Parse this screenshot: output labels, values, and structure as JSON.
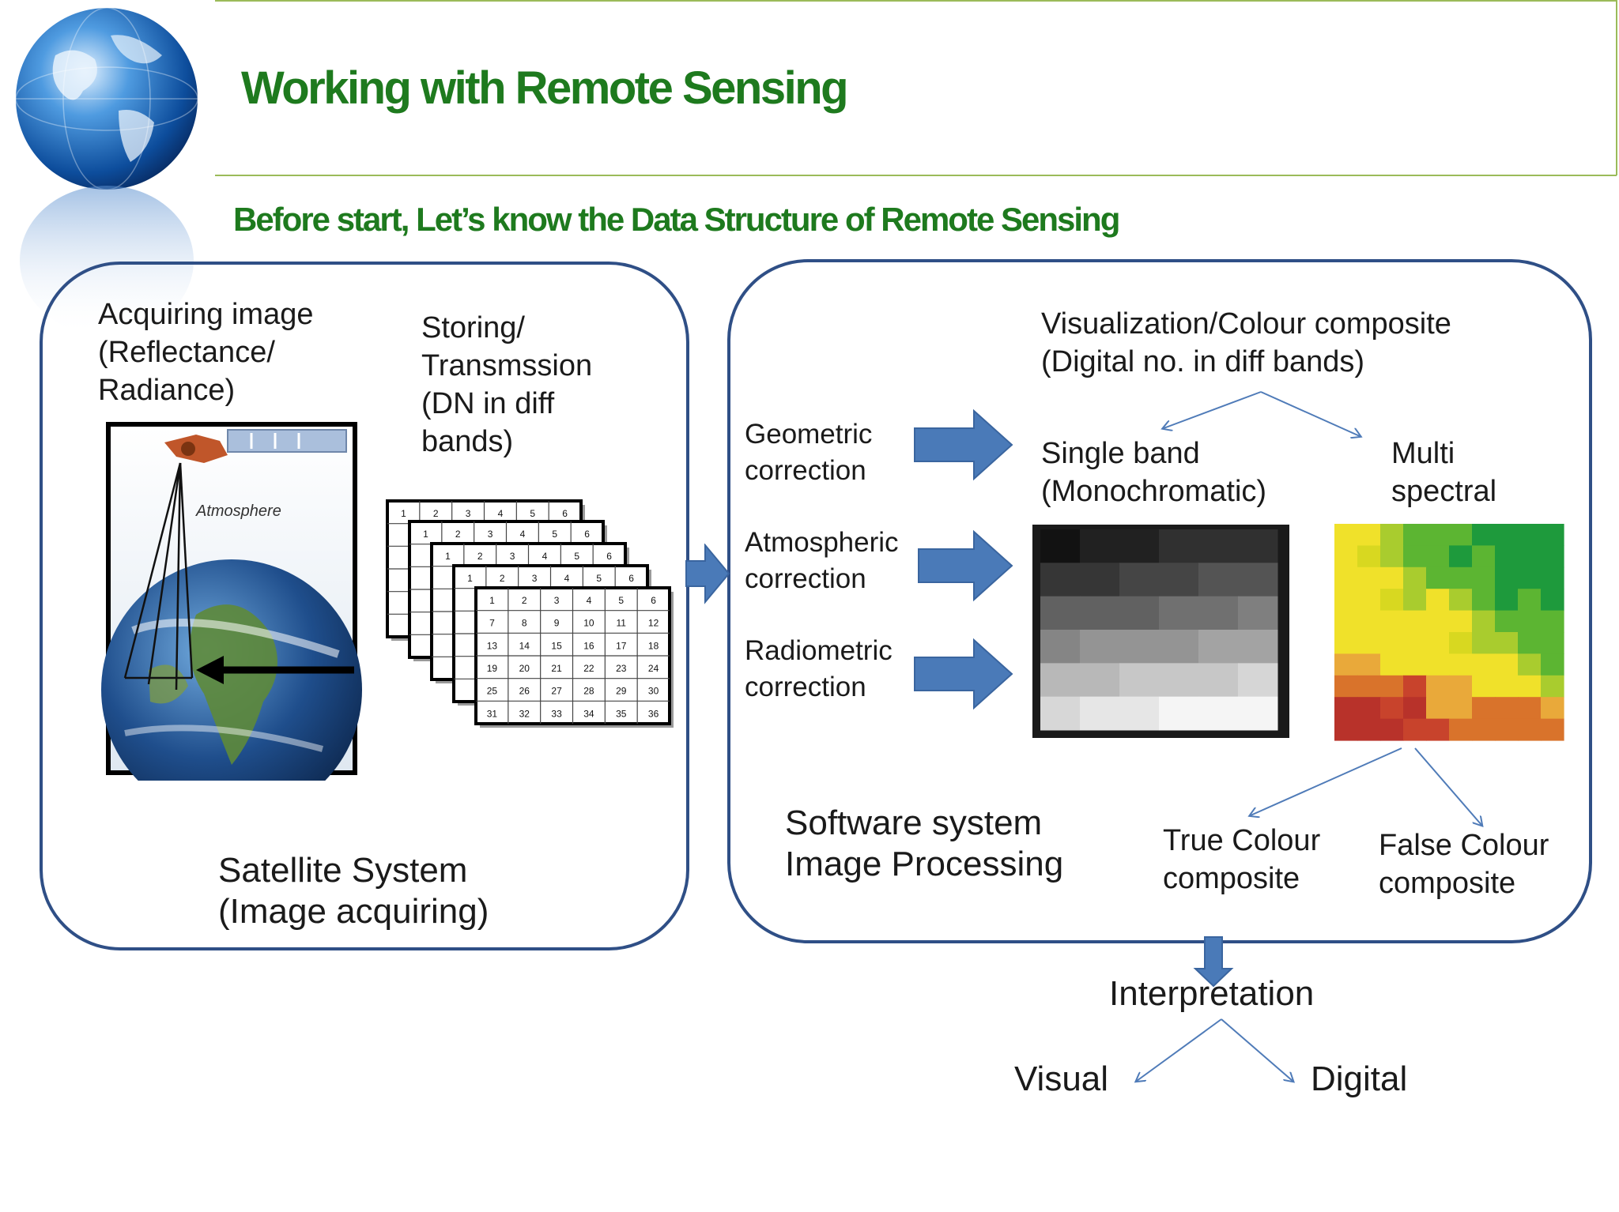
{
  "title": "Working with Remote Sensing",
  "subtitle": "Before start, Let’s know the Data Structure of Remote  Sensing",
  "satellite_panel": {
    "acquiring": [
      "Acquiring image",
      "(Reflectance/",
      "Radiance)"
    ],
    "storing": [
      "Storing/",
      "Transmssion",
      "(DN in diff",
      "bands)"
    ],
    "atmosphere_label": "Atmosphere",
    "system": [
      "Satellite System",
      "(Image acquiring)"
    ],
    "grid_numbers": [
      "1",
      "2",
      "3",
      "4",
      "5",
      "6",
      "7",
      "8",
      "9",
      "10",
      "11",
      "12",
      "13",
      "14",
      "15",
      "16",
      "17",
      "18",
      "19",
      "20",
      "21",
      "22",
      "23",
      "24",
      "25",
      "26",
      "27",
      "28",
      "29",
      "30",
      "31",
      "32",
      "33",
      "34",
      "35",
      "36"
    ]
  },
  "software_panel": {
    "visualization": [
      "Visualization/Colour composite",
      "(Digital no. in diff bands)"
    ],
    "corrections": [
      [
        "Geometric",
        "correction"
      ],
      [
        "Atmospheric",
        "correction"
      ],
      [
        "Radiometric",
        "correction"
      ]
    ],
    "single_band": [
      "Single band",
      "(Monochromatic)"
    ],
    "multi_spectral": [
      "Multi",
      "spectral"
    ],
    "system": [
      "Software system",
      "Image Processing"
    ],
    "true_colour": [
      "True Colour",
      "composite"
    ],
    "false_colour": [
      "False Colour",
      "composite"
    ]
  },
  "interpretation": {
    "label": "Interpretation",
    "visual": "Visual",
    "digital": "Digital"
  },
  "colors": {
    "title_green": "#1e7a1e",
    "panel_border": "#2f4f86",
    "arrow_blue": "#4a7ab8",
    "thin_arrow": "#4f7bb8"
  },
  "icons": {
    "globe": "globe-icon",
    "satellite": "satellite-icon"
  }
}
